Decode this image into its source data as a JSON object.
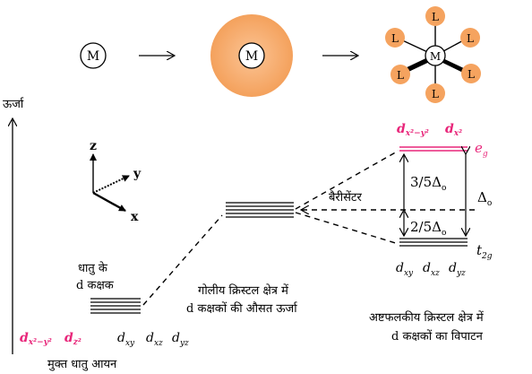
{
  "energy_axis_label": "ऊर्जा",
  "metal_label": "M",
  "ligand_label": "L",
  "axes": {
    "z": "z",
    "y": "y",
    "x": "x"
  },
  "free_ion": {
    "caption_line1": "धातु के",
    "caption_line2": "d कक्षक",
    "orbitals": [
      "d",
      "x²−y²",
      "d",
      "z²",
      "d",
      "xy",
      "d",
      "xz",
      "d",
      "yz"
    ],
    "label": "मुक्त धातु आयन"
  },
  "spherical": {
    "caption_line1": "गोलीय क्रिस्टल क्षेत्र में",
    "caption_line2": "d कक्षकों की औसत ऊर्जा"
  },
  "octahedral": {
    "eg_label": "e",
    "eg_sub": "g",
    "t2g_label": "t",
    "t2g_sub": "2g",
    "barycentre": "बैरीसेंटर",
    "upper_split": "3/5Δ",
    "upper_split_sub": "o",
    "lower_split": "2/5Δ",
    "lower_split_sub": "o",
    "delta": "Δ",
    "delta_sub": "o",
    "eg_orbitals": [
      "d",
      "x²−y²",
      "d",
      "x²"
    ],
    "t2g_orbitals": [
      "d",
      "xy",
      "d",
      "xz",
      "d",
      "yz"
    ],
    "caption_line1": "अष्टफलकीय क्रिस्टल क्षेत्र में",
    "caption_line2": "d कक्षकों का विपाटन"
  },
  "colors": {
    "accent": "#e8267a",
    "sphere": "#f5a35f",
    "ligand": "#f5a35f"
  }
}
